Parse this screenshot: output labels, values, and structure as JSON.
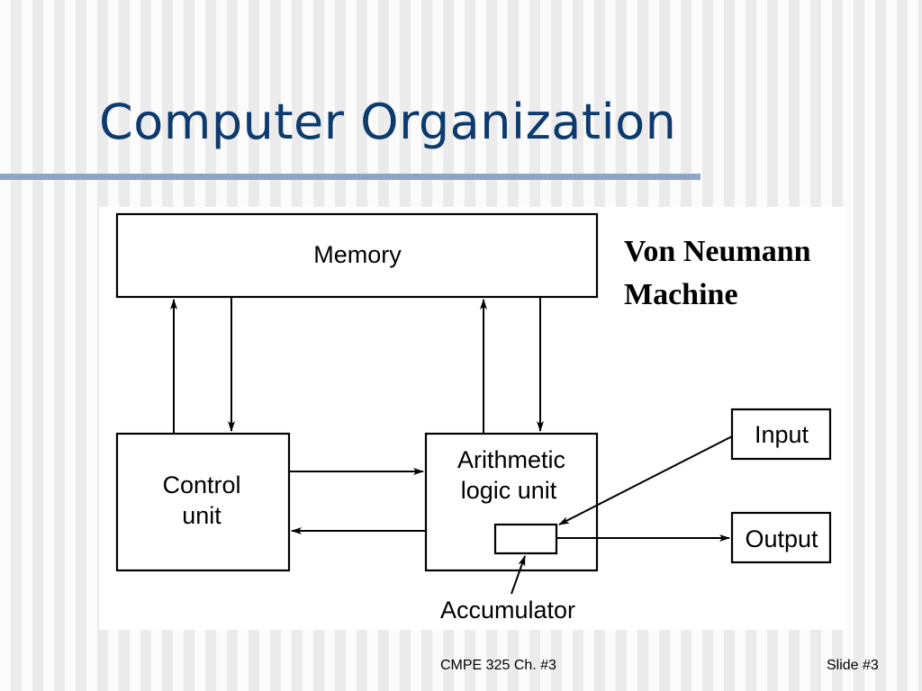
{
  "slide": {
    "title": "Computer Organization",
    "footer_course": "CMPE 325 Ch. #3",
    "footer_slide": "Slide #3"
  },
  "diagram": {
    "caption_line1": "Von Neumann",
    "caption_line2": "Machine",
    "memory": "Memory",
    "control_line1": "Control",
    "control_line2": "unit",
    "alu_line1": "Arithmetic",
    "alu_line2": "logic unit",
    "input": "Input",
    "output": "Output",
    "accumulator": "Accumulator"
  }
}
